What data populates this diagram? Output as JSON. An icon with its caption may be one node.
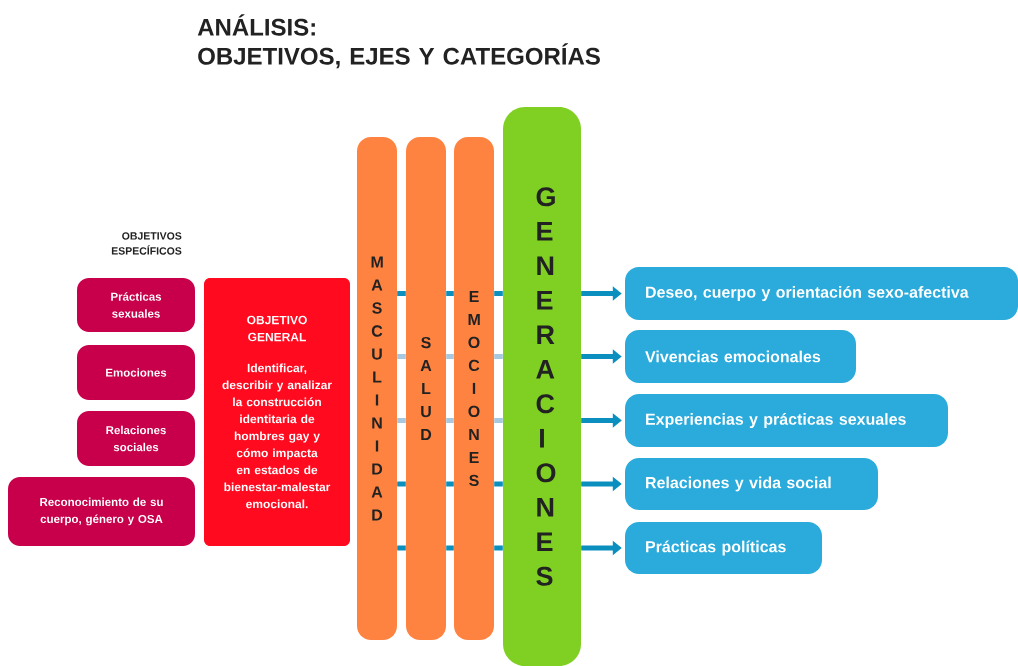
{
  "diagram": {
    "title": "ANÁLISIS: OBJETIVOS, EJES Y CATEGORÍAS",
    "nodes": [
      {
        "text": [
          "Prácticas sexuales"
        ]
      },
      {
        "text": [
          "Emociones"
        ]
      },
      {
        "text": [
          "Relaciones sociales"
        ]
      },
      {
        "text": [
          "Reconocimiento de su cuerpo, género y OSA"
        ]
      },
      {
        "text": [
          "OBJETIVO GENERAL",
          "Identificar, describir y analizar la construcción identitaria de hombres gay y cómo impacta en estados de bienestar-malestar emocional."
        ]
      },
      {
        "text": [
          "MASCULINIDAD"
        ]
      },
      {
        "text": [
          "SALUD"
        ]
      },
      {
        "text": [
          "EMOCIONES"
        ]
      },
      {
        "text": [
          "GENERACIONES"
        ]
      },
      {
        "text": [
          "Deseo, cuerpo y orientación sexo-afectiva"
        ]
      },
      {
        "text": [
          "Vivencias emocionales"
        ]
      },
      {
        "text": [
          "Experiencias y prácticas sexuales"
        ]
      },
      {
        "text": [
          "Relaciones y vida social"
        ]
      },
      {
        "text": [
          "Prácticas políticas"
        ]
      }
    ],
    "edges": [
      {
        "from": 8,
        "to": 9,
        "arrow": "to"
      },
      {
        "from": 8,
        "to": 10,
        "arrow": "to"
      },
      {
        "from": 8,
        "to": 11,
        "arrow": "to"
      },
      {
        "from": 8,
        "to": 12,
        "arrow": "to"
      },
      {
        "from": 8,
        "to": 13,
        "arrow": "to"
      },
      {
        "from": 5,
        "to": 6,
        "arrow": "none"
      },
      {
        "from": 6,
        "to": 7,
        "arrow": "none"
      },
      {
        "from": 7,
        "to": 8,
        "arrow": "none"
      },
      {
        "from": 5,
        "to": 6,
        "arrow": "none",
        "color": "#a6c9e0"
      },
      {
        "from": 6,
        "to": 7,
        "arrow": "none",
        "color": "#a6c9e0"
      },
      {
        "from": 7,
        "to": 8,
        "arrow": "none",
        "color": "#a6c9e0"
      },
      {
        "from": 5,
        "to": 6,
        "arrow": "none",
        "color": "#a6c9e0"
      },
      {
        "from": 6,
        "to": 7,
        "arrow": "none",
        "color": "#a6c9e0"
      },
      {
        "from": 7,
        "to": 8,
        "arrow": "none",
        "color": "#a6c9e0"
      },
      {
        "from": 5,
        "to": 6,
        "arrow": "none"
      },
      {
        "from": 6,
        "to": 7,
        "arrow": "none"
      },
      {
        "from": 7,
        "to": 8,
        "arrow": "none"
      },
      {
        "from": 5,
        "to": 6,
        "arrow": "none"
      },
      {
        "from": 6,
        "to": 7,
        "arrow": "none"
      },
      {
        "from": 7,
        "to": 8,
        "arrow": "none"
      }
    ],
    "labels": [
      "OBJETIVOS ESPECÍFICOS"
    ]
  }
}
